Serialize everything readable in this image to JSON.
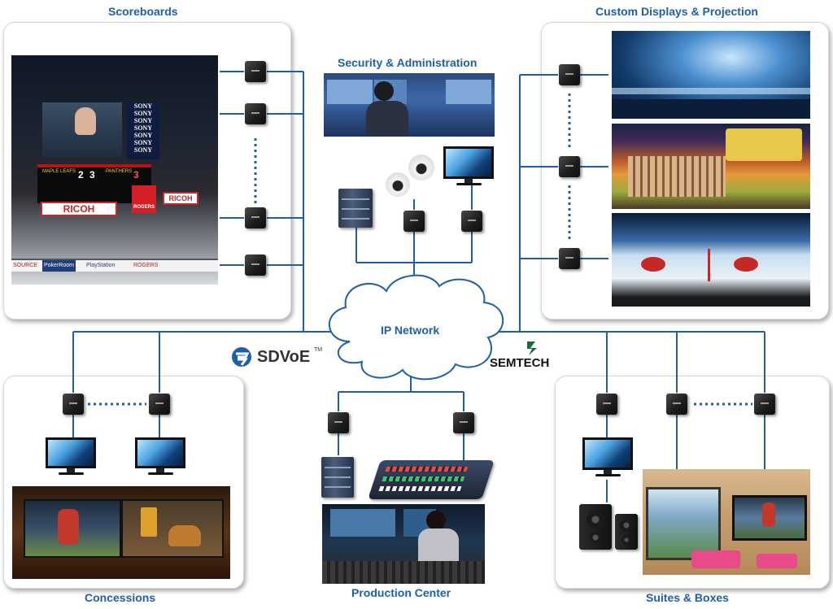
{
  "sections": {
    "scoreboards": "Scoreboards",
    "custom_displays": "Custom Displays & Projection",
    "security": "Security & Administration",
    "concessions": "Concessions",
    "production": "Production Center",
    "suites": "Suites & Boxes"
  },
  "network": {
    "label": "IP Network"
  },
  "logos": {
    "sdvoe": "SDVoE",
    "sdvoe_tm": "TM",
    "semtech": "SEMTECH"
  },
  "scoreboard_photo": {
    "sony": "SONY",
    "ricoh": "RICOH",
    "rogers": "ROGERS",
    "maple_leafs": "MAPLE LEAFS",
    "panthers": "PANTHERS",
    "score_left": "2",
    "score_right": "3",
    "period": "3",
    "ad_left": "SOURCE",
    "ad_mid": "PokerRoom",
    "ad_right": "PlayStation",
    "ad_rogers": "ROGERS"
  },
  "colors": {
    "line": "#1f5fa8",
    "title": "#1f5fa8"
  }
}
